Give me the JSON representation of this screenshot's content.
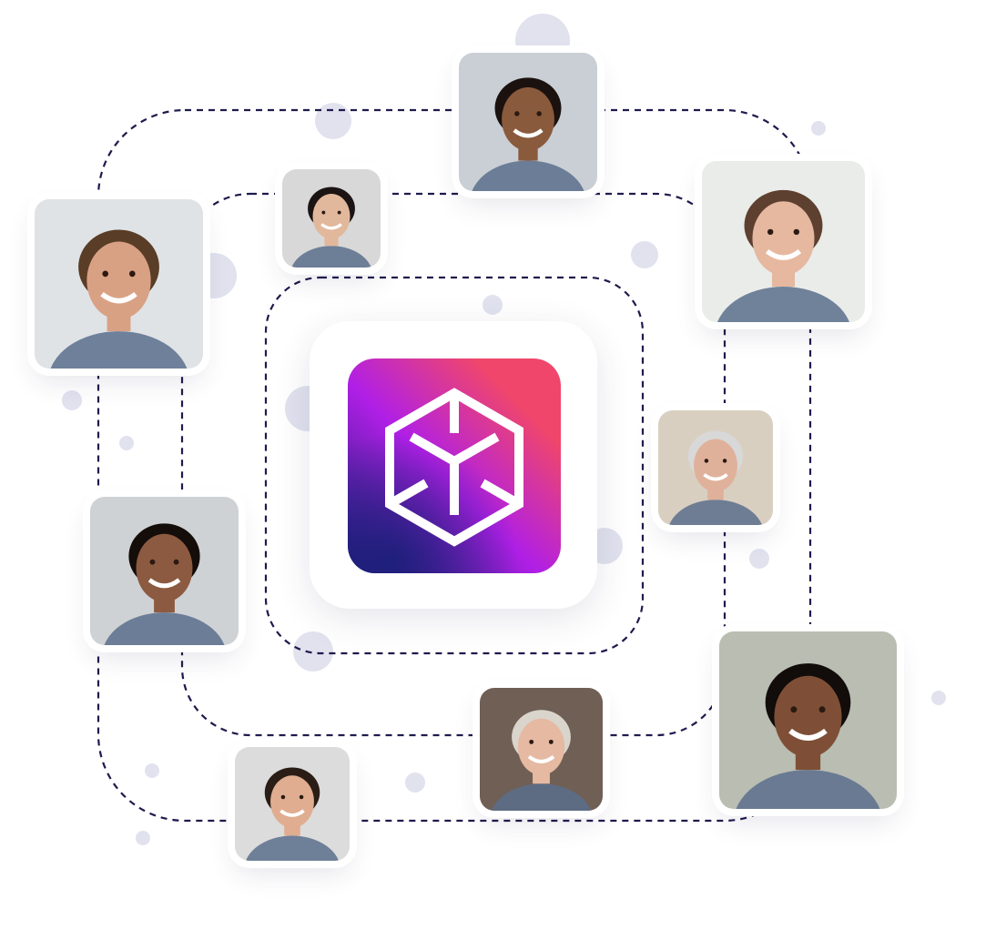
{
  "colors": {
    "dash": "#1f1a4d",
    "dot": "#e1e2ee",
    "logo_gradient": [
      "#1c1f7a",
      "#b01fe6",
      "#f0466b"
    ],
    "logo_mark": "#ffffff"
  },
  "logo": {
    "icon": "hexagon-cube-icon"
  },
  "photos": [
    {
      "name": "participant-photo-1",
      "tone": "#8a5a3c",
      "bg": "#c9cfd4",
      "hair": "#1b1210"
    },
    {
      "name": "participant-photo-2",
      "tone": "#e2b89c",
      "bg": "#d8d8d8",
      "hair": "#1c1414"
    },
    {
      "name": "participant-photo-3",
      "tone": "#d9a184",
      "bg": "#dfe3e6",
      "hair": "#5a3d26"
    },
    {
      "name": "participant-photo-4",
      "tone": "#e6b8a0",
      "bg": "#e9ece9",
      "hair": "#5e4030"
    },
    {
      "name": "participant-photo-5",
      "tone": "#e0b19a",
      "bg": "#d9cfc1",
      "hair": "#d8d8d8"
    },
    {
      "name": "participant-photo-6",
      "tone": "#8c5a40",
      "bg": "#cfd2d4",
      "hair": "#140d0a"
    },
    {
      "name": "participant-photo-7",
      "tone": "#7e4f36",
      "bg": "#b9bdb2",
      "hair": "#120c0a"
    },
    {
      "name": "participant-photo-8",
      "tone": "#e6b9a2",
      "bg": "#6f5f55",
      "hair": "#d9d4cc"
    },
    {
      "name": "participant-photo-9",
      "tone": "#e0ad90",
      "bg": "#dcdcdc",
      "hair": "#2a1d16"
    }
  ]
}
